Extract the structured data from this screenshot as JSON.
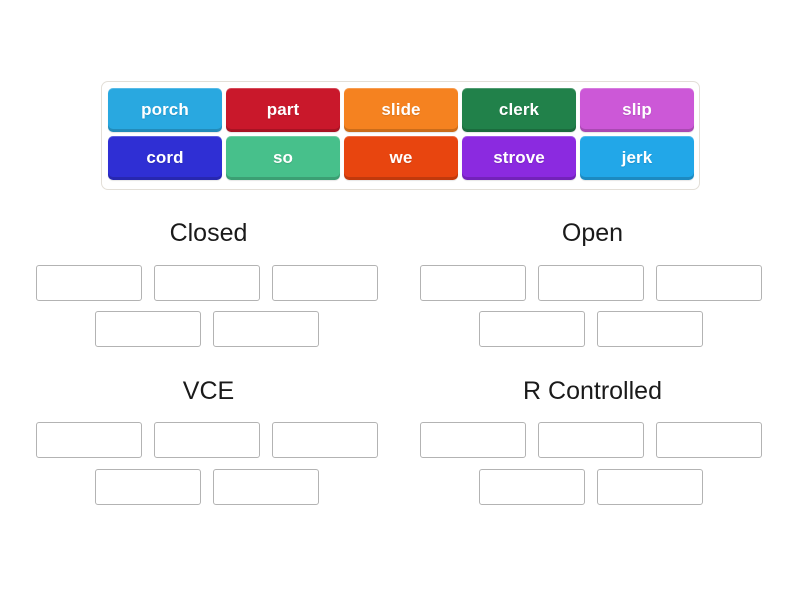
{
  "activity": {
    "type": "group-sort",
    "background_color": "#ffffff"
  },
  "word_bank": {
    "border_color": "#e3dfd8",
    "rows": [
      [
        {
          "label": "porch",
          "color": "#29a8e0",
          "text_color": "#ffffff"
        },
        {
          "label": "part",
          "color": "#c9182b",
          "text_color": "#ffffff"
        },
        {
          "label": "slide",
          "color": "#f58220",
          "text_color": "#ffffff"
        },
        {
          "label": "clerk",
          "color": "#21814a",
          "text_color": "#ffffff"
        },
        {
          "label": "slip",
          "color": "#cc58d7",
          "text_color": "#ffffff"
        }
      ],
      [
        {
          "label": "cord",
          "color": "#2f2fd4",
          "text_color": "#ffffff"
        },
        {
          "label": "so",
          "color": "#47c08b",
          "text_color": "#ffffff"
        },
        {
          "label": "we",
          "color": "#e8450f",
          "text_color": "#ffffff"
        },
        {
          "label": "strove",
          "color": "#8b2ae0",
          "text_color": "#ffffff"
        },
        {
          "label": "jerk",
          "color": "#22a7e8",
          "text_color": "#ffffff"
        }
      ]
    ]
  },
  "categories": [
    {
      "id": "closed",
      "title": "Closed",
      "slots": [
        "",
        "",
        "",
        "",
        ""
      ]
    },
    {
      "id": "open",
      "title": "Open",
      "slots": [
        "",
        "",
        "",
        "",
        ""
      ]
    },
    {
      "id": "vce",
      "title": "VCE",
      "slots": [
        "",
        "",
        "",
        "",
        ""
      ]
    },
    {
      "id": "r_controlled",
      "title": "R Controlled",
      "slots": [
        "",
        "",
        "",
        "",
        ""
      ]
    }
  ],
  "dropzone": {
    "border_color": "#b3b3b3",
    "fill_color": "#ffffff"
  }
}
